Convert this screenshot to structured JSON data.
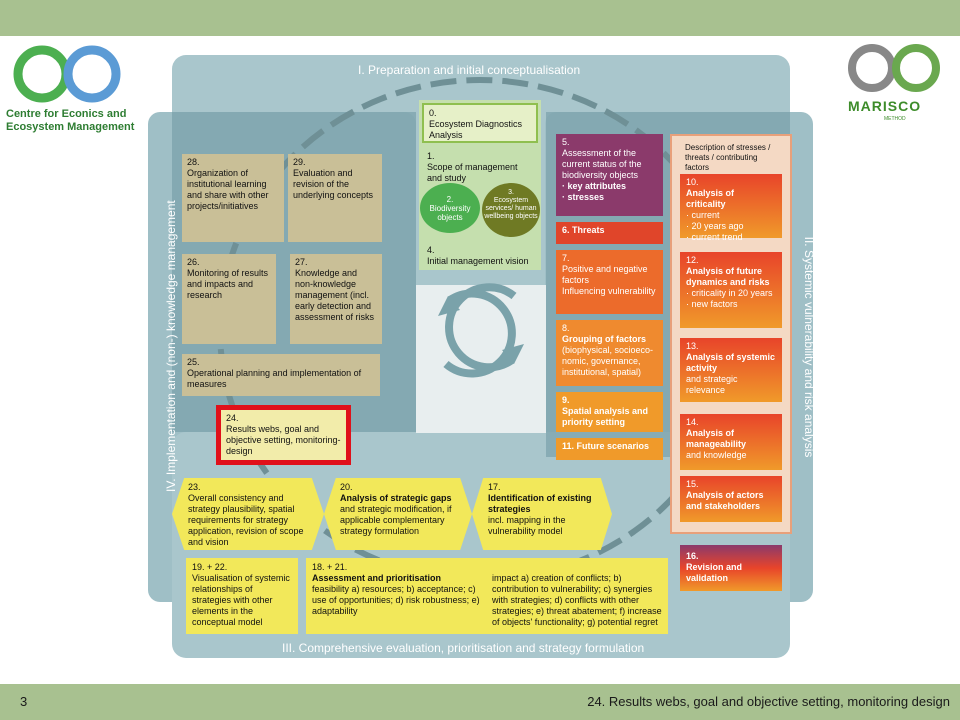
{
  "slide": {
    "number": "3",
    "caption": "24. Results webs, goal and objective setting, monitoring design"
  },
  "logos": {
    "left_text_line1": "Centre for Econics and",
    "left_text_line2": "Ecosystem Management",
    "right_text": "MARISCO",
    "right_sub": "METHOD"
  },
  "phases": {
    "p1": "I. Preparation and initial conceptualisation",
    "p2": "II. Systemic vulnerability and risk analysis",
    "p3": "III. Comprehensive evaluation, prioritisation and strategy formulation",
    "p4": "IV. Implementation and (non-) knowledge management"
  },
  "steps": {
    "s0_num": "0.",
    "s0": "Ecosystem Diagnostics Analysis",
    "s1_num": "1.",
    "s1": "Scope of management and study",
    "s2_num": "2.",
    "s2": "Biodiversity objects",
    "s3_num": "3.",
    "s3": "Ecosystem services/ human wellbeing objects",
    "s4_num": "4.",
    "s4": "Initial management vision",
    "s5_num": "5.",
    "s5a": "Assessment of the current status of the biodiversity objects",
    "s5b": "· key attributes",
    "s5c": "· stresses",
    "s6": "6. Threats",
    "s7_num": "7.",
    "s7a": "Positive and negative factors",
    "s7b": "Influencing vulnerability",
    "s8_num": "8.",
    "s8a": "Grouping of factors",
    "s8b": "(biophysical, socioeco-nomic, governance, institutional, spatial)",
    "s9_num": "9.",
    "s9": "Spatial analysis and priority setting",
    "s11": "11. Future scenarios",
    "desc": "Description of stresses / threats / contributing factors",
    "s10_num": "10.",
    "s10a": "Analysis of criticality",
    "s10b": "· current",
    "s10c": "· 20 years ago",
    "s10d": "· current trend",
    "s12_num": "12.",
    "s12a": "Analysis of future dynamics and risks",
    "s12b": "· criticality in 20 years",
    "s12c": "· new factors",
    "s13_num": "13.",
    "s13a": "Analysis of systemic activity",
    "s13b": "and strategic relevance",
    "s14_num": "14.",
    "s14a": "Analysis of manageability",
    "s14b": "and knowledge",
    "s15_num": "15.",
    "s15a": "Analysis of actors",
    "s15b": "and stakeholders",
    "s16_num": "16.",
    "s16": "Revision and validation",
    "s17_num": "17.",
    "s17a": "Identification of existing strategies",
    "s17b": "incl. mapping in the vulnerability model",
    "s18_num": "18. + 21.",
    "s18a": "Assessment and prioritisation",
    "s18b": "feasibility a) resources; b) acceptance; c) use of opportunities; d) risk robustness; e) adaptability",
    "s18c": "impact a) creation of conflicts; b) contribution to vulnerability; c) synergies with strategies; d) conflicts with other strategies; e) threat abatement; f) increase of objects' functionality; g) potential regret",
    "s19_num": "19. + 22.",
    "s19": "Visualisation of systemic relationships of strategies with other elements in the conceptual model",
    "s20_num": "20.",
    "s20a": "Analysis of strategic gaps",
    "s20b": "and strategic modification, if applicable complementary strategy formulation",
    "s23_num": "23.",
    "s23": "Overall consistency and strategy plausibility, spatial requirements for strategy application, revision of scope and vision",
    "s24_num": "24.",
    "s24": "Results webs, goal and objective setting, monitoring-design",
    "s25_num": "25.",
    "s25": "Operational planning and implementation of measures",
    "s26_num": "26.",
    "s26": "Monitoring of results and impacts and research",
    "s27_num": "27.",
    "s27": "Knowledge and non-knowledge management (incl. early detection and assessment of risks",
    "s28_num": "28.",
    "s28": "Organization of institutional learning and share with other projects/initiatives",
    "s29_num": "29.",
    "s29": "Evaluation and revision of the underlying concepts"
  },
  "colors": {
    "bar": "#a8c190",
    "panel": "#7fa7b0",
    "highlight": "#e0101a",
    "yellow": "#f2e85a",
    "orange": "#ee7f2d"
  }
}
